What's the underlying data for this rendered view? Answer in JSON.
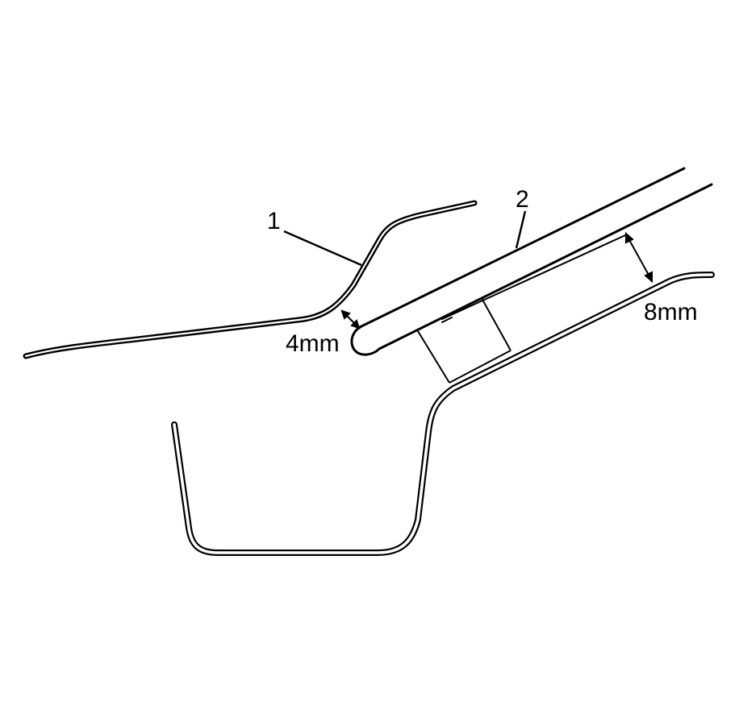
{
  "callouts": {
    "item_1": "1",
    "item_2": "2"
  },
  "dimensions": {
    "gap_upper": "4mm",
    "gap_lower": "8mm"
  },
  "colors": {
    "line": "#000000",
    "background": "#ffffff"
  }
}
